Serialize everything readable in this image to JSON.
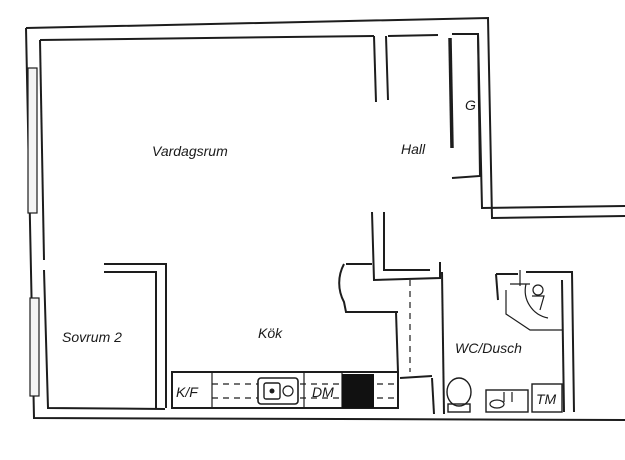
{
  "rooms": {
    "vardagsrum": "Vardagsrum",
    "hall": "Hall",
    "garderob": "G",
    "sovrum2": "Sovrum 2",
    "kok": "Kök",
    "wc_dusch": "WC/Dusch"
  },
  "fixtures": {
    "kyl_frys": "K/F",
    "diskmaskin": "DM",
    "tvattmaskin": "TM"
  }
}
